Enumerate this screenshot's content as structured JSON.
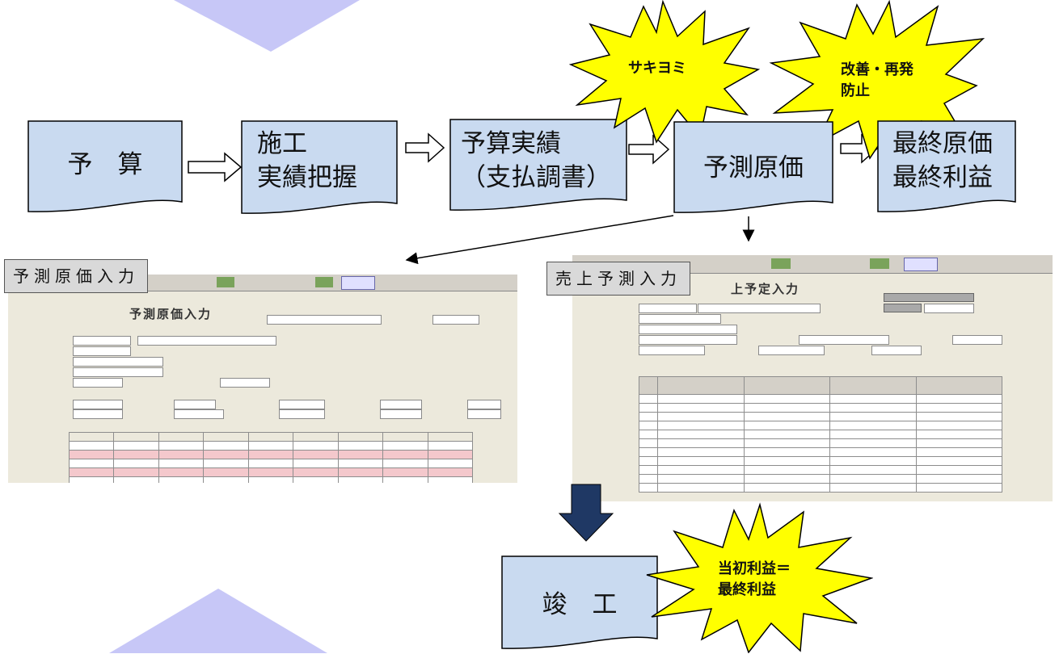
{
  "flow": {
    "yosan": "予　算",
    "sekou": "施工\n実績把握",
    "yosan_jisseki": "予算実績\n（支払調書）",
    "yosoku_genka": "予測原価",
    "saishu": "最終原価\n最終利益",
    "shunkou": "竣　工"
  },
  "bursts": {
    "sakiyomi": "サキヨミ",
    "kaizen": "改善・再発\n防止",
    "toushoku": "当初利益＝\n最終利益"
  },
  "screens": {
    "left_tag": "予測原価入力",
    "left_title": "予測原価入力",
    "right_tag": "売上予測入力",
    "right_title": "上予定入力"
  },
  "colors": {
    "doc_fill": "#c9daf0",
    "burst_fill": "#ffff00",
    "big_arrow": "#1f3864",
    "chevron": "#c7c7f7"
  }
}
